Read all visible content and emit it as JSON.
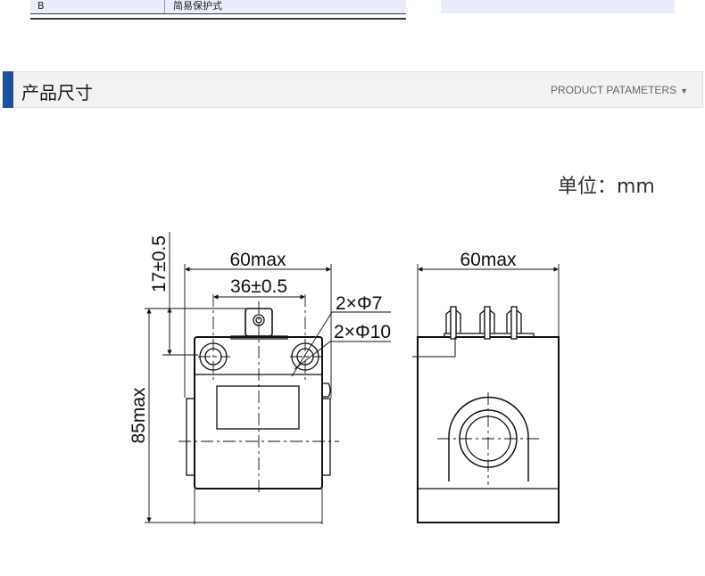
{
  "top_table": {
    "cell_label": "B",
    "cell_value": "简易保护式"
  },
  "section": {
    "title": "产品尺寸",
    "subtitle": "PRODUCT PATAMETERS",
    "subtitle_arrow": "▼"
  },
  "unit": "单位：mm",
  "front_view": {
    "width_label": "60max",
    "hole_spacing_label": "36±0.5",
    "hole_small_label": "2×Φ7",
    "hole_large_label": "2×Φ10",
    "plunger_height_label": "17±0.5",
    "height_label": "85max"
  },
  "side_view": {
    "width_label": "60max"
  }
}
